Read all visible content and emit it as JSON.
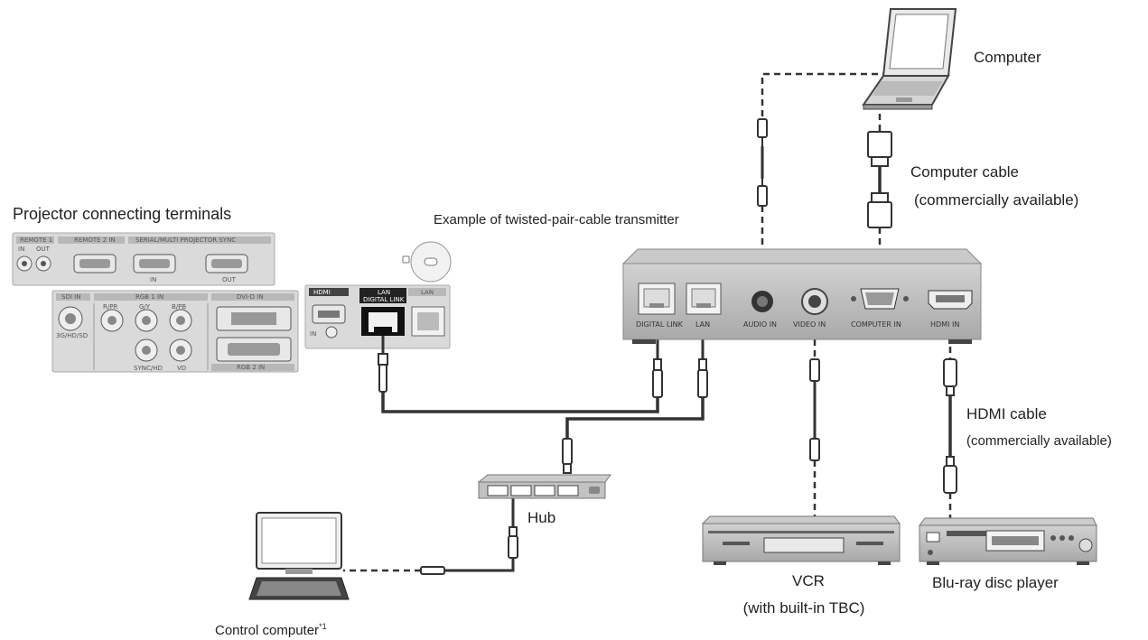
{
  "labels": {
    "projector_terminals": "Projector connecting terminals",
    "transmitter": "Example of twisted-pair-cable transmitter",
    "computer": "Computer",
    "computer_cable": "Computer cable",
    "computer_cable_note": "(commercially available)",
    "hdmi_cable": "HDMI cable",
    "hdmi_cable_note": "(commercially available)",
    "hub": "Hub",
    "vcr": "VCR",
    "vcr_note": "(with built-in TBC)",
    "bluray": "Blu-ray disc player",
    "control_computer": "Control computer",
    "control_computer_footnote": "*1"
  },
  "transmitter_ports": {
    "digital_link": "DIGITAL LINK",
    "lan": "LAN",
    "audio_in": "AUDIO IN",
    "video_in": "VIDEO IN",
    "computer_in": "COMPUTER IN",
    "hdmi_in": "HDMI IN"
  },
  "projector_panel": {
    "remote1": "REMOTE 1",
    "remote1_in": "IN",
    "remote1_out": "OUT",
    "remote2": "REMOTE 2 IN",
    "serial": "SERIAL/MULTI PROJECTOR SYNC",
    "serial_in": "IN",
    "serial_out": "OUT",
    "sdi": "SDI IN",
    "sdi_sub": "3G/HD/SD",
    "rgb1": "RGB 1 IN",
    "rgb1_r": "R/PR",
    "rgb1_g": "G/Y",
    "rgb1_b": "B/PB",
    "rgb1_sync": "SYNC/HD",
    "rgb1_vd": "VD",
    "dvi": "DVI-D IN",
    "rgb2": "RGB 2 IN",
    "hdmi": "HDMI",
    "hdmi_sub": "IN",
    "digital_link": "DIGITAL LINK",
    "lan1": "LAN",
    "lan2": "LAN"
  },
  "colors": {
    "device_gray": "#b5b5b5",
    "panel_gray": "#cfcfcf",
    "cable_dark": "#333333",
    "highlight": "#1a1a1a"
  }
}
